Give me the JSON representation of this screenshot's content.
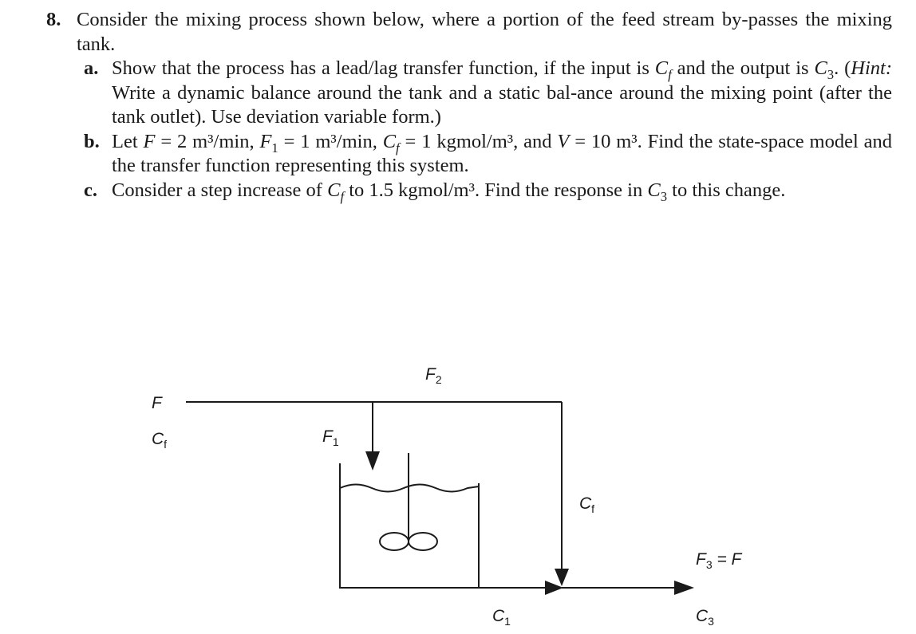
{
  "problem": {
    "number": "8.",
    "stem": "Consider the mixing process shown below, where a portion of the feed stream by-passes the mixing tank.",
    "parts": [
      {
        "label": "a.",
        "text_1": "Show that the process has a lead/lag transfer function, if the input is ",
        "text_2": " and the output is ",
        "text_3": ". (",
        "hint_label": "Hint:",
        "text_4": " Write a dynamic balance around the tank and a static bal-ance around the mixing point (after the tank outlet). Use deviation variable form.)"
      },
      {
        "label": "b.",
        "text_1": "Let ",
        "eq_1": " = 2 m³/min, ",
        "eq_2": " = 1 m³/min, ",
        "eq_3": " = 1 kgmol/m³, and ",
        "eq_4": " = 10 m³. Find the state-space model and the transfer function representing this system."
      },
      {
        "label": "c.",
        "text_1": "Consider a step increase of ",
        "text_2": " to 1.5 kgmol/m³. Find the response in ",
        "text_3": " to this change."
      }
    ],
    "symbols": {
      "C": "C",
      "F": "F",
      "V": "V",
      "sub_f": "f",
      "sub_1": "1",
      "sub_3": "3"
    }
  },
  "diagram": {
    "labels": {
      "F": "F",
      "C": "C",
      "sub_f": "f",
      "sub_1": "1",
      "sub_2": "2",
      "sub_3": "3",
      "F3_eq": " = F"
    }
  }
}
